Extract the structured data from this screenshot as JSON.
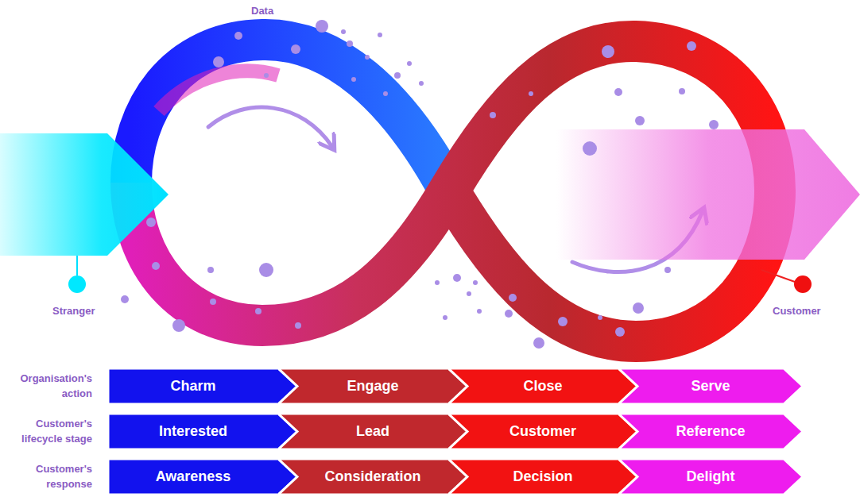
{
  "diagram": {
    "nodes": [
      {
        "text": [
          "Charm"
        ]
      },
      {
        "text": [
          "Engage"
        ]
      },
      {
        "text": [
          "Close"
        ]
      },
      {
        "text": [
          "Serve"
        ]
      },
      {
        "text": [
          "Interested"
        ]
      },
      {
        "text": [
          "Lead"
        ]
      },
      {
        "text": [
          "Customer"
        ]
      },
      {
        "text": [
          "Reference"
        ]
      },
      {
        "text": [
          "Awareness"
        ]
      },
      {
        "text": [
          "Consideration"
        ]
      },
      {
        "text": [
          "Decision"
        ]
      },
      {
        "text": [
          "Delight"
        ]
      }
    ],
    "labels": [
      "Data",
      "Stranger",
      "Customer",
      "Organisation's action",
      "Customer's lifecycle stage",
      "Customer's response"
    ]
  }
}
